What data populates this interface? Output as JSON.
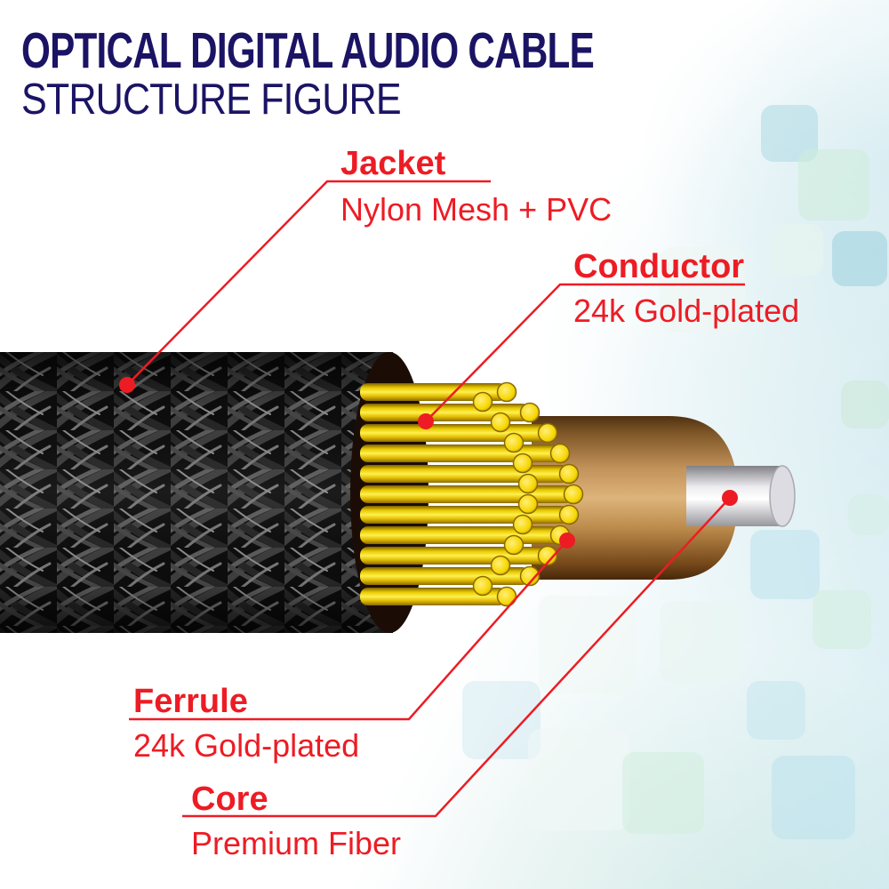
{
  "header": {
    "title": "OPTICAL DIGITAL AUDIO CABLE",
    "subtitle": "STRUCTURE FIGURE"
  },
  "callouts": {
    "jacket": {
      "label": "Jacket",
      "desc": "Nylon Mesh + PVC"
    },
    "conductor": {
      "label": "Conductor",
      "desc": "24k Gold-plated"
    },
    "ferrule": {
      "label": "Ferrule",
      "desc": "24k Gold-plated"
    },
    "core": {
      "label": "Core",
      "desc": "Premium Fiber"
    }
  },
  "colors": {
    "title_navy": "#1b1464",
    "callout_red": "#ed1c24",
    "conductor_gold": "#f7d600",
    "ferrule_brass": "#c2925a",
    "jacket_black": "#141414",
    "core_white": "#ededf1"
  }
}
